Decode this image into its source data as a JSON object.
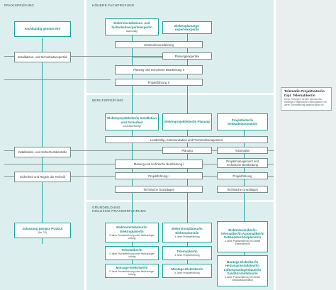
{
  "sections": {
    "praxispruefung": "PRAXISPRÜFUNG",
    "hoehere": "HÖHERE FACHPRÜFUNG",
    "berufspruefung": "BERUFSPRÜFUNG",
    "grundbildung_1": "GRUNDBILDUNG",
    "grundbildung_2": "INKLUSIVE PRAXISERFAHRUNG"
  },
  "praxis": {
    "fachkundig": "Fachkundig gemäss NIV",
    "inst_sich_expertise": "Installations- und Sicherheitsexpertise",
    "inst_sich_kontrolle": "Installations- und Sicherheitskontrolle",
    "sicherheit_regeln": "Sicherheit und Regeln der Technik",
    "zulassung": "Zulassung gemäss PO2018",
    "zulassung_sub": "(Art. 3.3)"
  },
  "hfp": {
    "elektroinst_title": "Elektroinstallations- und Sicherheitsexperte/expertin",
    "elektroinst_sub": "fachkundig",
    "elektroplanungs_title": "Elektroplanungs-experte/expertin",
    "unternehmensfuehrung": "Unternehmensführung",
    "planungsexpertise": "Planungsexpertise",
    "planung_technische_ii": "Planung und technische Bearbeitung II",
    "projektfuehrung_ii": "Projektführung II"
  },
  "bp": {
    "projektleiter_inst_title": "Elektroprojektleiter/in Installation und Sicherheit",
    "projektleiter_inst_sub": "kontrollberechtigt",
    "projektleiter_planung_title": "Elektroprojektleiter/in Planung",
    "projektleiter_geb_title": "Projektleiter/in Gebäudeautomation",
    "leadership": "Leadership, Kommunikation und Personalmanagement",
    "planung": "Planung",
    "automation": "Automation",
    "projektmanagement_geb": "Projektmanagement und technische Bearbeitung",
    "planung_technische_i": "Planung und technische Bearbeitung I",
    "projektfuehrung_i": "Projektführung I",
    "projektfuehrung": "Projektführung",
    "technische_grundlagen_1": "Technische Grundlagen",
    "technische_grundlagen_2": "Technische Grundlagen"
  },
  "gb": {
    "elektroinst_title": "Elektroinstallateur/in Elektroplaner/in",
    "elektroinst_sub": "3 Jahre Praxiserfahrung unter fachkundiger Leitung",
    "elektroinst2_title": "Elektroinstallateur/in Elektroplaner/in",
    "elektroinst2_sub": "3 Jahre Praxiserfahrung",
    "elektrotechniker_title": "Elektrotechniker/in Telematiker/in Automatiker/in Gebäudetechnikplaner/in",
    "elektrotechniker_sub": "3 Jahre Praxiserfahrung im Gebiet Elektrotechnik",
    "telematiker_title": "Telematiker/in",
    "telematiker_sub": "3 Jahre Praxiserfahrung unter fachkundiger Leitung",
    "telematiker2_title": "Telematiker/in",
    "telematiker2_sub": "3 Jahre Praxiserfahrung",
    "montage_title": "Montage-Elektriker/in",
    "montage_sub": "5 Jahre Praxiserfahrung unter fachkundiger Leitung",
    "montage2_title": "Montage-Elektriker/in",
    "montage2_sub": "5 Jahre Praxiserfahrung",
    "montage3_title": "Montage-Elektriker/in Heizungsinstallateur/in Lüftungsanlagenbauer/in Sanitärinstallateur/in",
    "montage3_sub": "5 Jahre Praxiserfahrung im Gebiet Gebäudeautomation"
  },
  "side": {
    "title": "Telematik-Projektleiter/in Dipl. Telematiker/in",
    "sub": "Diese Prüfungen werden gemäss den bisherigen Reglementen weitergeführt, bis deren Überarbeitung abgeschlossen ist."
  },
  "colors": {
    "teal": "#1fa89c",
    "panel": "#dcefee",
    "grey_panel": "#e9eeee"
  }
}
